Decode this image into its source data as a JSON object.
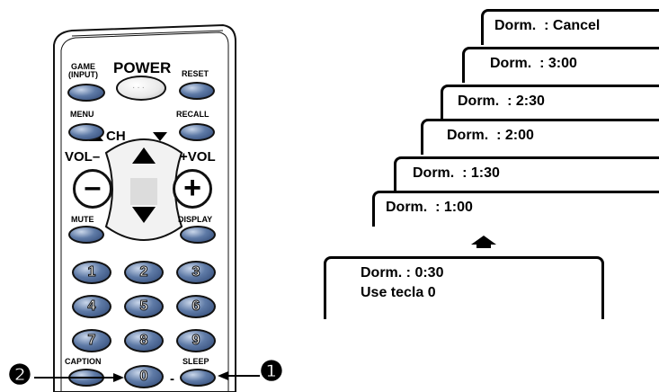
{
  "remote": {
    "buttons": {
      "game_input": [
        "GAME",
        "(INPUT)"
      ],
      "power": "POWER",
      "reset": "RESET",
      "menu": "MENU",
      "recall": "RECALL",
      "ch": "CH",
      "vol_minus": "VOL",
      "vol_plus": "VOL",
      "mute": "MUTE",
      "display": "DISPLAY",
      "caption": "CAPTION",
      "sleep": "SLEEP",
      "dash": "-"
    },
    "keypad": [
      "1",
      "2",
      "3",
      "4",
      "5",
      "6",
      "7",
      "8",
      "9",
      "0"
    ],
    "callouts": [
      "❶",
      "❷"
    ]
  },
  "osd": {
    "steps": [
      "Dorm.  : Cancel",
      "Dorm.  : 3:00",
      "Dorm.  : 2:30",
      "Dorm.  : 2:00",
      "Dorm.  : 1:30",
      "Dorm.  : 1:00"
    ],
    "screen": [
      "Dorm. : 0:30",
      "Use tecla 0"
    ]
  }
}
